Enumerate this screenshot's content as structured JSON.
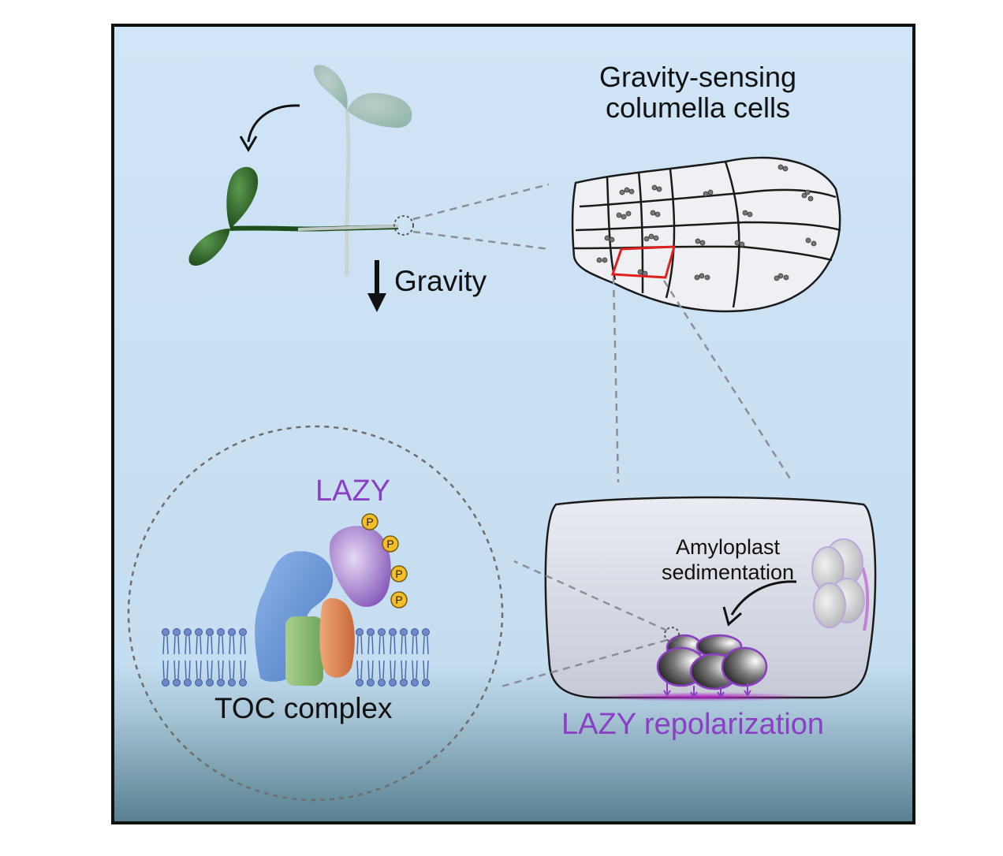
{
  "labels": {
    "sensing_line1": "Gravity-sensing",
    "sensing_line2": "columella cells",
    "gravity": "Gravity",
    "lazy": "LAZY",
    "toc_complex": "TOC complex",
    "amyloplast_line1": "Amyloplast",
    "amyloplast_line2": "sedimentation",
    "lazy_repolarization": "LAZY repolarization",
    "phospho": "P"
  },
  "colors": {
    "background_top": "#cfe4f6",
    "background_bottom": "#5d8396",
    "frame": "#111111",
    "lazy_text": "#8a3fc4",
    "selected_cell": "#e0201c",
    "seedling_green": "#2f6b2a",
    "phospho_badge": "#f2bf2a"
  },
  "icons": {
    "seedling": "seedling-icon",
    "rotation_arrow": "curved-arrow-icon",
    "gravity_arrow": "down-arrow-icon",
    "root_cap": "root-cap-cells-icon",
    "membrane": "lipid-bilayer-icon",
    "amyloplasts": "amyloplast-icon"
  }
}
